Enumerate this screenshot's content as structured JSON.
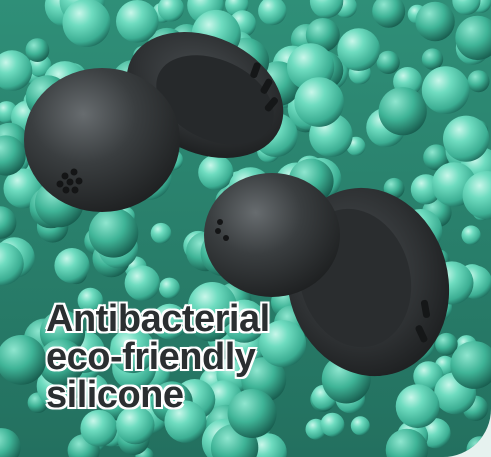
{
  "caption": {
    "line1": "Antibacterial",
    "line2": "eco-friendly",
    "line3": "silicone"
  },
  "colors": {
    "page_background": "#e6f2ef",
    "bead_light": "#bff5e6",
    "bead_mid": "#5fd3b6",
    "bead_dark": "#1e6b5c",
    "earplug_body": "#2e3133",
    "earplug_highlight": "#5a5f62",
    "text": "#2b2f31"
  }
}
